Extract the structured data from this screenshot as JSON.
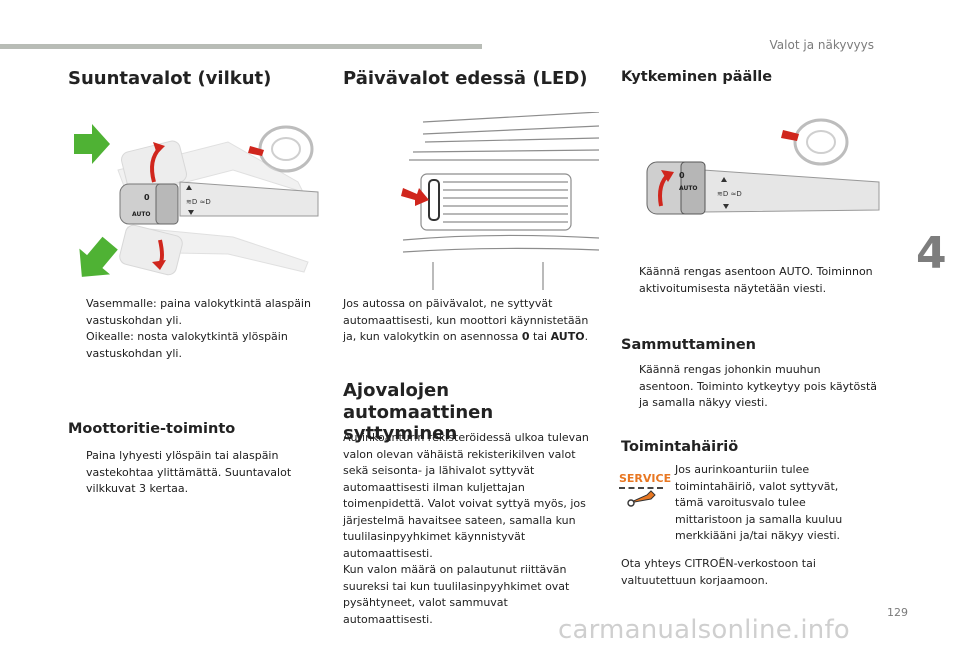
{
  "header": {
    "section_title": "Valot ja näkyvyys",
    "chapter_number": "4",
    "page_number": "129"
  },
  "watermark": "carmanualsonline.info",
  "col1": {
    "title": "Suuntavalot (vilkut)",
    "bullets": [
      "Vasemmalle: paina valokytkintä alaspäin vastuskohdan yli.",
      "Oikealle: nosta valokytkintä ylöspäin vastuskohdan yli."
    ],
    "motorway_title": "Moottoritie-toiminto",
    "motorway_bullet": "Paina lyhyesti ylöspäin tai alaspäin vastekohtaa ylittämättä. Suuntavalot vilkkuvat 3 kertaa."
  },
  "col2": {
    "title": "Päivävalot edessä (LED)",
    "intro_text": "Jos autossa on päivävalot, ne syttyvät automaattisesti, kun moottori käynnistetään ja, kun valokytkin on asennossa",
    "intro_zero": "0",
    "intro_or": "tai",
    "intro_auto": "AUTO",
    "intro_end": ".",
    "auto_title": "Ajovalojen automaattinen syttyminen",
    "auto_paragraph1": "Aurinkoanturin rekisteröidessä ulkoa tulevan valon olevan vähäistä rekisterikilven valot sekä seisonta- ja lähivalot syttyvät automaattisesti ilman kuljettajan toimenpidettä. Valot voivat syttyä myös, jos järjestelmä havaitsee sateen, samalla kun tuulilasinpyyhkimet käynnistyvät automaattisesti.",
    "auto_paragraph2": "Kun valon määrä on palautunut riittävän suureksi tai kun tuulilasinpyyhkimet ovat pysähtyneet, valot sammuvat automaattisesti."
  },
  "col3": {
    "on_title": "Kytkeminen päälle",
    "on_bullet": "Käännä rengas asentoon AUTO. Toiminnon aktivoitumisesta näytetään viesti.",
    "off_title": "Sammuttaminen",
    "off_bullet": "Käännä rengas johonkin muuhun asentoon. Toiminto kytkeytyy pois käytöstä ja samalla näkyy viesti.",
    "fault_title": "Toimintahäiriö",
    "fault_text": "Jos aurinkoanturiin tulee toimintahäiriö, valot syttyvät, tämä varoitusvalo tulee mittaristoon ja samalla kuuluu merkkiääni ja/tai näkyy viesti.",
    "service_label": "SERVICE",
    "contact_text": "Ota yhteys CITROËN-verkostoon tai valtuutettuun korjaamoon."
  },
  "illustration_labels": {
    "zero": "0",
    "auto": "AUTO"
  },
  "bullet_glyph": "",
  "colors": {
    "accent_red": "#d0261d",
    "arrow_green": "#4fb234",
    "service_orange": "#e87722"
  }
}
